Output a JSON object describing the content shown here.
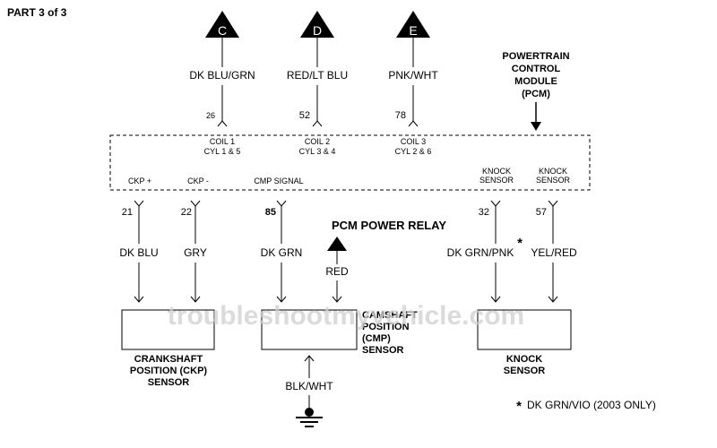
{
  "header": {
    "part_label": "PART 3 of 3"
  },
  "connectors": [
    {
      "letter": "C",
      "wire": "DK BLU/GRN",
      "pin": "26"
    },
    {
      "letter": "D",
      "wire": "RED/LT BLU",
      "pin": "52"
    },
    {
      "letter": "E",
      "wire": "PNK/WHT",
      "pin": "78"
    }
  ],
  "pcm": {
    "title_lines": [
      "POWERTRAIN",
      "CONTROL",
      "MODULE",
      "(PCM)"
    ],
    "coils": [
      {
        "line1": "COIL 1",
        "line2": "CYL 1 & 5"
      },
      {
        "line1": "COIL 2",
        "line2": "CYL 3 & 4"
      },
      {
        "line1": "COIL 3",
        "line2": "CYL 2 & 6"
      }
    ],
    "terminals": [
      {
        "label": "CKP +",
        "pin": "21",
        "wire": "DK BLU"
      },
      {
        "label": "CKP -",
        "pin": "22",
        "wire": "GRY"
      },
      {
        "label": "CMP SIGNAL",
        "pin": "85",
        "wire": "DK GRN"
      },
      {
        "label1": "KNOCK",
        "label2": "SENSOR",
        "pin": "32",
        "wire": "DK GRN/PNK"
      },
      {
        "label1": "KNOCK",
        "label2": "SENSOR",
        "pin": "57",
        "wire": "YEL/RED"
      }
    ]
  },
  "power_relay": {
    "label": "PCM POWER RELAY",
    "wire": "RED"
  },
  "sensors": {
    "ckp": [
      "CRANKSHAFT",
      "POSITION (CKP)",
      "SENSOR"
    ],
    "cmp": [
      "CAMSHAFT",
      "POSITION",
      "(CMP)",
      "SENSOR"
    ],
    "knock": [
      "KNOCK",
      "SENSOR"
    ]
  },
  "ground_wire": "BLK/WHT",
  "footnote": {
    "mark": "*",
    "text": "DK GRN/VIO (2003 ONLY)"
  },
  "watermark": "troubleshootmyvehicle.com"
}
